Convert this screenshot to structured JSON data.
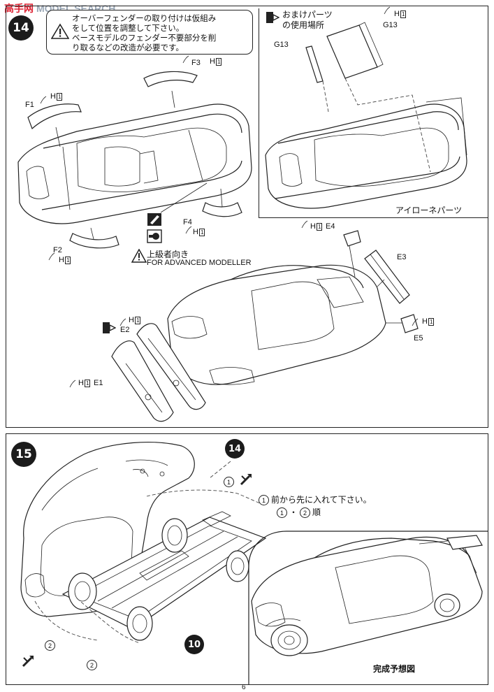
{
  "watermark": "MODEL SEARCH",
  "watermark_cn": "高手网",
  "step14": {
    "number": "14",
    "warning_note": "オーバーフェンダーの取り付けは仮組み\nをして位置を調整して下さい。\nベースモデルのフェンダー不要部分を削\nり取るなどの改造が必要です。",
    "bonus_title": "おまけパーツ\nの使用場所",
    "bonus_caption": "アイローネパーツ",
    "advanced_jp": "上級者向き",
    "advanced_en": "FOR ADVANCED MODELLER",
    "h_mark": "H",
    "h_box": "1",
    "parts": {
      "f1": "F1",
      "f2": "F2",
      "f3": "F3",
      "f4": "F4",
      "g13a": "G13",
      "g13b": "G13",
      "e1": "E1",
      "e2": "E2",
      "e3": "E3",
      "e4": "E4",
      "e5": "E5"
    }
  },
  "step15": {
    "number": "15",
    "ref_step_a": "14",
    "ref_step_b": "10",
    "note_num": "1",
    "note_text": "前から先に入れて下さい。",
    "order_a": "1",
    "order_sep": "・",
    "order_b": "2",
    "order_suffix": "順",
    "tag1": "1",
    "tag2a": "2",
    "tag2b": "2",
    "finished_caption": "完成予想図"
  },
  "page_number": "6"
}
